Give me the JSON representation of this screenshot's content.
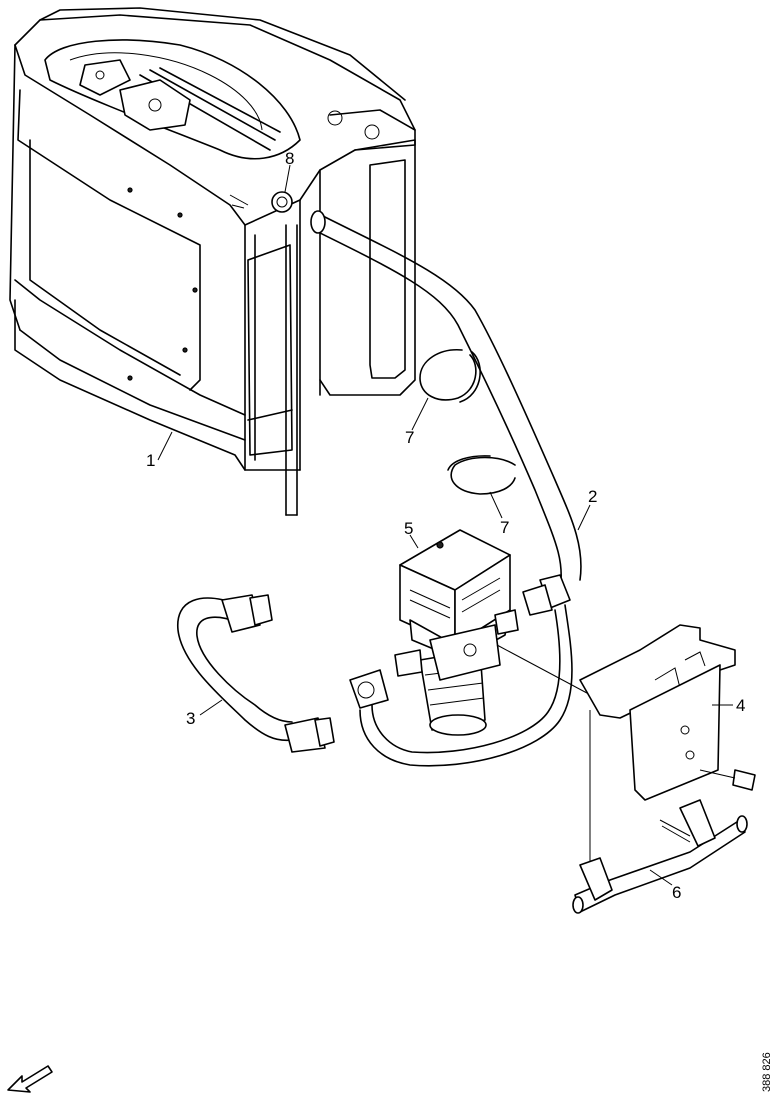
{
  "figure": {
    "callouts": [
      {
        "id": "c1",
        "label": "1"
      },
      {
        "id": "c2",
        "label": "2"
      },
      {
        "id": "c3",
        "label": "3"
      },
      {
        "id": "c4",
        "label": "4"
      },
      {
        "id": "c5",
        "label": "5"
      },
      {
        "id": "c6",
        "label": "6"
      },
      {
        "id": "c7a",
        "label": "7"
      },
      {
        "id": "c7b",
        "label": "7"
      },
      {
        "id": "c8",
        "label": "8"
      }
    ],
    "document_id": "388 826",
    "orientation_icon": "direction-arrow-icon"
  }
}
